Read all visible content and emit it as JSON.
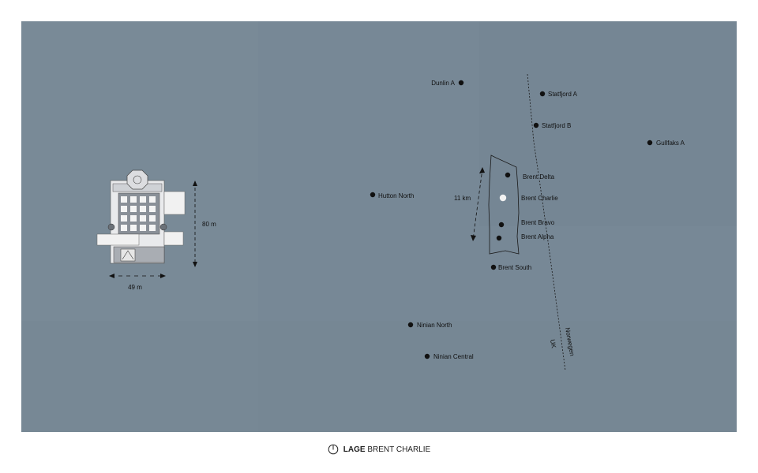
{
  "map": {
    "background_color": "#778896",
    "fields": [
      {
        "id": "dunlin-a",
        "label": "Dunlin A",
        "label_side": "left",
        "highlight": false
      },
      {
        "id": "statfjord-a",
        "label": "Statfjord A",
        "label_side": "right",
        "highlight": false
      },
      {
        "id": "statfjord-b",
        "label": "Statfjord B",
        "label_side": "right",
        "highlight": false
      },
      {
        "id": "gullfaks-a",
        "label": "Gullfaks A",
        "label_side": "right",
        "highlight": false
      },
      {
        "id": "hutton-north",
        "label": "Hutton North",
        "label_side": "right",
        "highlight": false
      },
      {
        "id": "brent-delta",
        "label": "Brent Delta",
        "label_side": "right",
        "highlight": false
      },
      {
        "id": "brent-charlie",
        "label": "Brent Charlie",
        "label_side": "right",
        "highlight": true
      },
      {
        "id": "brent-bravo",
        "label": "Brent Bravo",
        "label_side": "right",
        "highlight": false
      },
      {
        "id": "brent-alpha",
        "label": "Brent Alpha",
        "label_side": "right",
        "highlight": false
      },
      {
        "id": "brent-south",
        "label": "Brent South",
        "label_side": "right",
        "highlight": false
      },
      {
        "id": "ninian-north",
        "label": "Ninian North",
        "label_side": "right",
        "highlight": false
      },
      {
        "id": "ninian-central",
        "label": "Ninian Central",
        "label_side": "right",
        "highlight": false
      }
    ],
    "brent_field_length": "11 km",
    "border": {
      "uk_label": "UK",
      "norway_label": "Norwegen"
    },
    "platform_inset": {
      "height_label": "80 m",
      "width_label": "49 m"
    }
  },
  "caption": {
    "icon": "compass-icon",
    "bold_text": "LAGE",
    "text": "BRENT CHARLIE"
  }
}
